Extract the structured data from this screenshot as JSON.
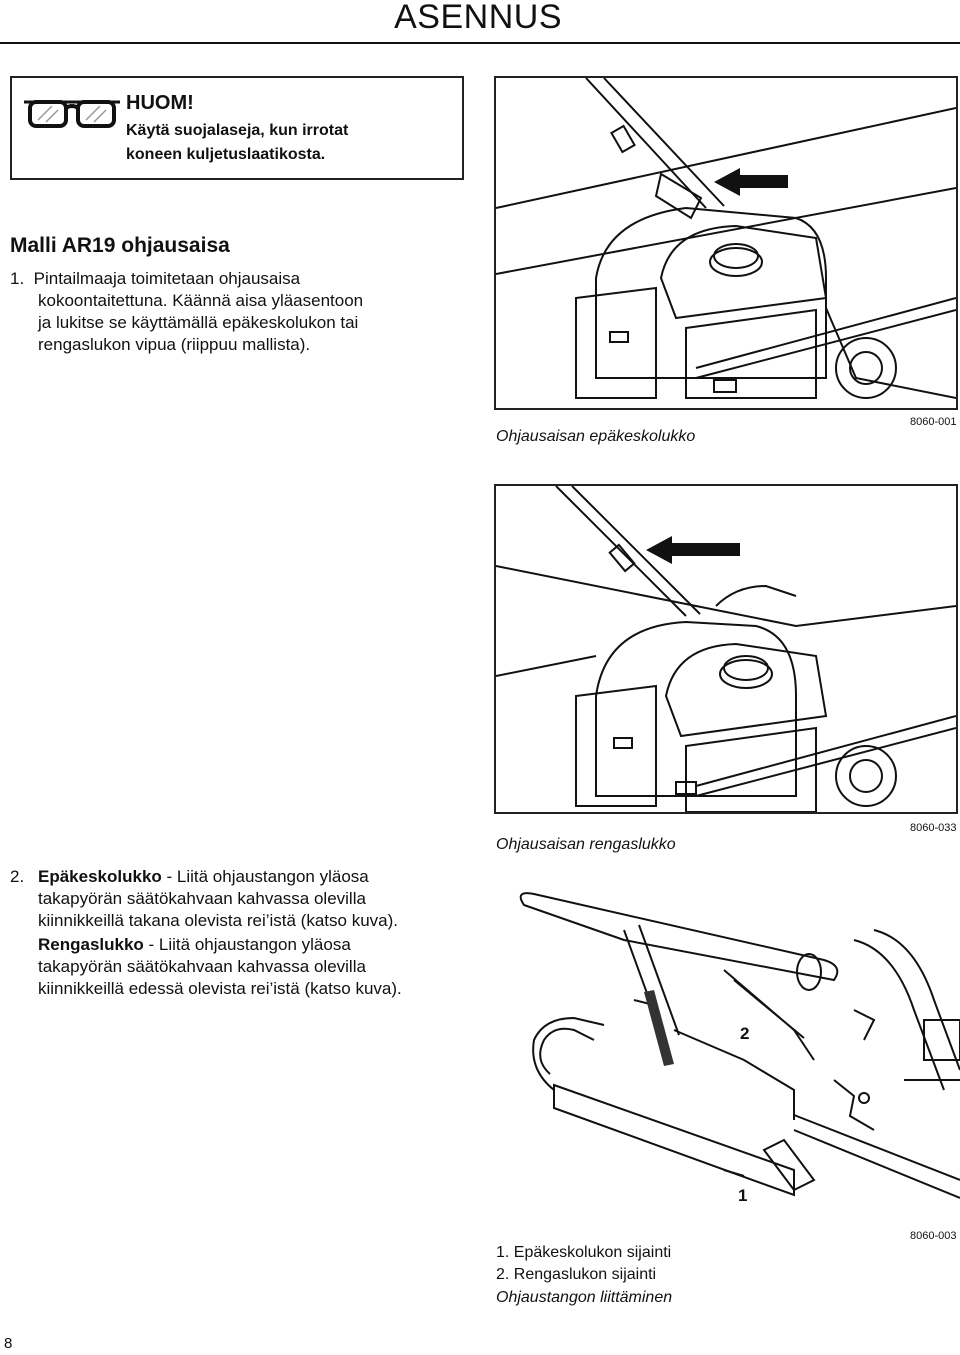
{
  "header": {
    "title": "ASENNUS"
  },
  "warning": {
    "icon": "safety-glasses-icon",
    "title": "HUOM!",
    "lines": [
      "Käytä suojalaseja, kun irrotat",
      "koneen kuljetuslaatikosta."
    ]
  },
  "section": {
    "heading": "Malli AR19 ohjausaisa",
    "step1_lines": [
      "1.  Pintailmaaja toimitetaan ohjausaisa",
      "kokoontaitettuna. Käännä aisa yläasentoon",
      "ja lukitse se käyttämällä epäkeskolukon tai",
      "rengaslukon vipua (riippuu mallista)."
    ],
    "step2": {
      "number": "2.",
      "p1_bold": "Epäkeskolukko",
      "p1_rest_lines": [
        " - Liitä ohjaustangon yläosa",
        "takapyörän säätökahvaan kahvassa olevilla",
        "kiinnikkeillä takana olevista rei’istä (katso kuva)."
      ],
      "p2_bold": "Rengaslukko",
      "p2_rest_lines": [
        " - Liitä ohjaustangon yläosa",
        "takapyörän säätökahvaan kahvassa olevilla",
        "kiinnikkeillä edessä olevista rei’istä (katso kuva)."
      ]
    }
  },
  "figures": [
    {
      "caption": "Ohjausaisan epäkeskolukko",
      "code": "8060-001"
    },
    {
      "caption": "Ohjausaisan rengaslukko",
      "code": "8060-033"
    },
    {
      "callouts": [
        "2",
        "1"
      ],
      "legend": [
        "1. Epäkeskolukon sijainti",
        "2. Rengaslukon sijainti"
      ],
      "caption": "Ohjaustangon liittäminen",
      "code": "8060-003"
    }
  ],
  "footer": {
    "page_number": "8"
  }
}
